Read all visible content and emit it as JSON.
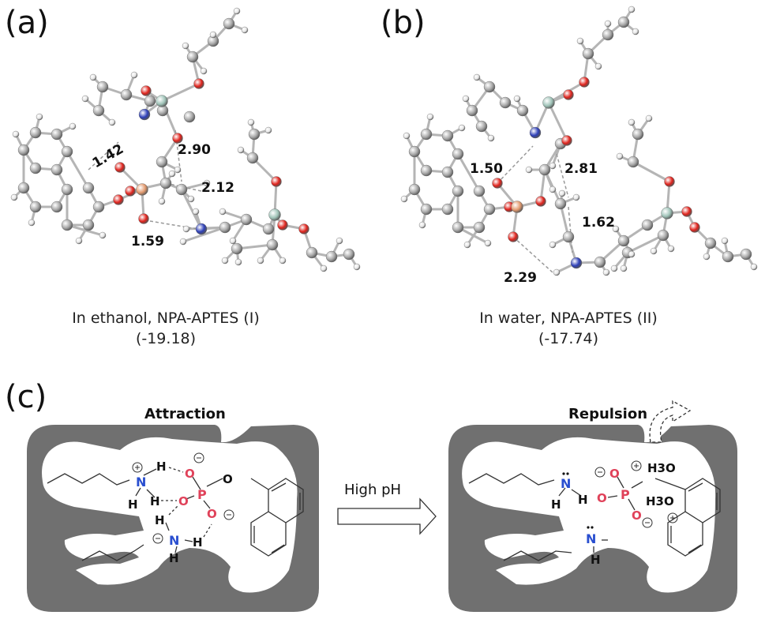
{
  "panel_a": {
    "letter": "(a)",
    "caption_line1": "In ethanol, NPA-APTES (I)",
    "caption_line2": "(-19.18)",
    "distances": [
      "1.42",
      "2.90",
      "2.12",
      "1.59"
    ]
  },
  "panel_b": {
    "letter": "(b)",
    "caption_line1": "In water, NPA-APTES (II)",
    "caption_line2": "(-17.74)",
    "distances": [
      "1.50",
      "2.81",
      "1.62",
      "2.29"
    ]
  },
  "panel_c": {
    "letter": "(c)",
    "left_heading": "Attraction",
    "right_heading": "Repulsion",
    "arrow_label": "High pH",
    "left_atoms": {
      "h1": "H",
      "h2": "H",
      "h3": "H",
      "h4": "H",
      "h5": "H",
      "h6": "H",
      "n1": "N",
      "n2": "N",
      "p": "P",
      "o1": "O",
      "o2": "O",
      "o3": "O",
      "o4": "O"
    },
    "right_atoms": {
      "h1": "H",
      "h2": "H",
      "h3": "H",
      "n1": "N",
      "n2": "N",
      "p": "P",
      "o1": "O",
      "o2": "O",
      "o3": "O",
      "h3o1": "H3O",
      "h3o2": "H3O"
    }
  },
  "colors": {
    "carbon": "#a8a8a8",
    "hydrogen": "#e6e6e6",
    "oxygen": "#e0231c",
    "nitrogen": "#2d3fb8",
    "phosphorus": "#e39a6e",
    "silicon": "#9fc3b8",
    "pocket": "#707070",
    "phosphate_text": "#e0425a",
    "amine_text": "#2a4fd0"
  }
}
